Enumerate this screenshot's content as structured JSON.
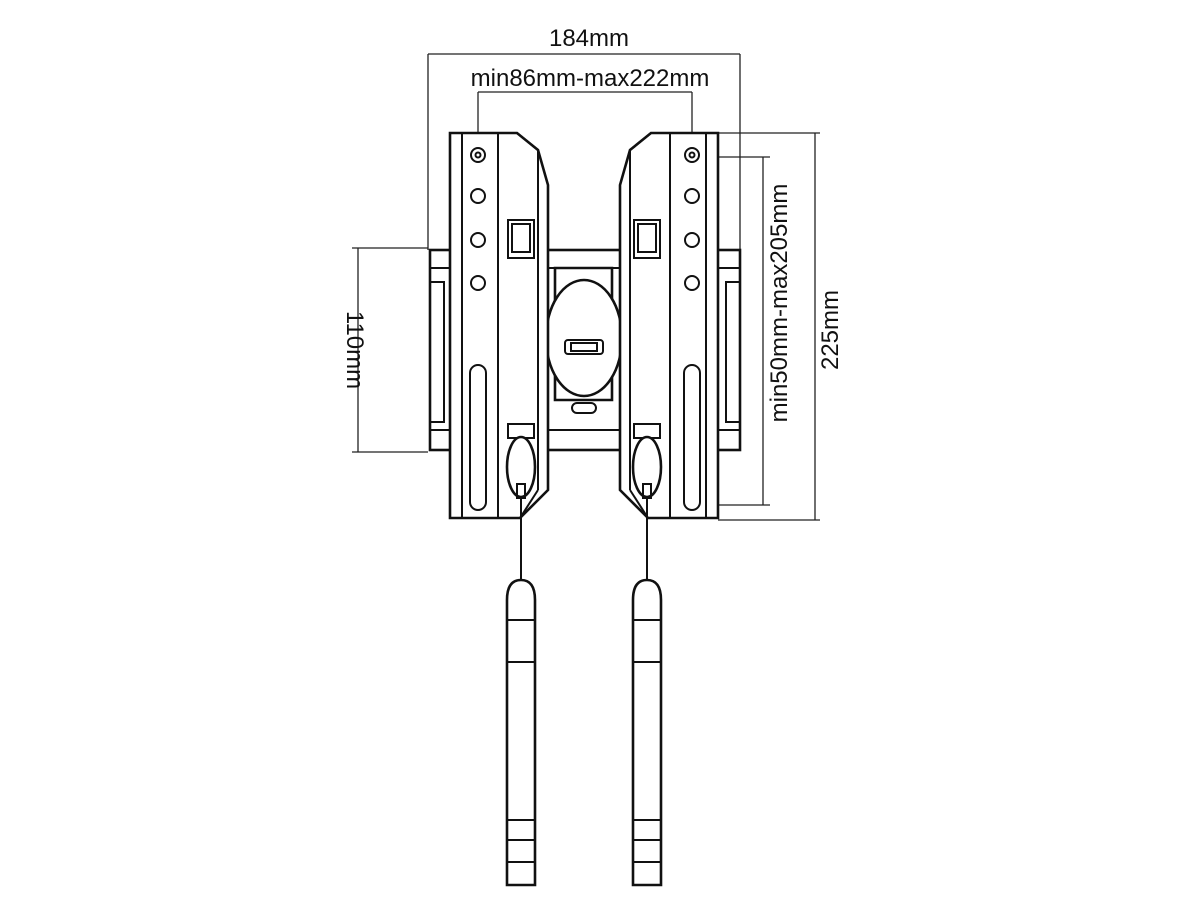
{
  "dimensions": {
    "overall_width": "184mm",
    "hole_spacing_horizontal": "min86mm-max222mm",
    "wall_plate_height": "110mm",
    "hole_spacing_vertical": "min50mm-max205mm",
    "overall_height": "225mm"
  },
  "colors": {
    "line": "#111111",
    "background": "#ffffff"
  }
}
